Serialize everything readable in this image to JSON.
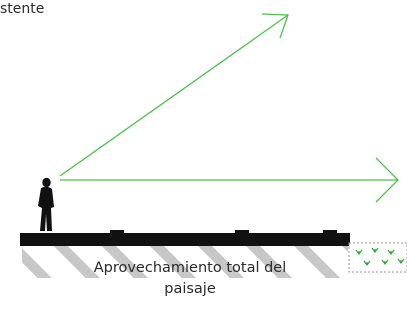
{
  "header": {
    "fragment_text": "stente"
  },
  "caption": {
    "line1": "Aprovechamiento total del",
    "line2": "paisaje"
  },
  "colors": {
    "sight_lines": "#4cbf4c",
    "platform": "#111111",
    "hatch": "#c7c7c7",
    "water_plant": "#2fa82f",
    "text": "#2a2a2a"
  },
  "icons": {
    "person": "person-silhouette-icon",
    "arrow": "open-arrowhead-icon",
    "plant": "grass-sprout-icon"
  }
}
